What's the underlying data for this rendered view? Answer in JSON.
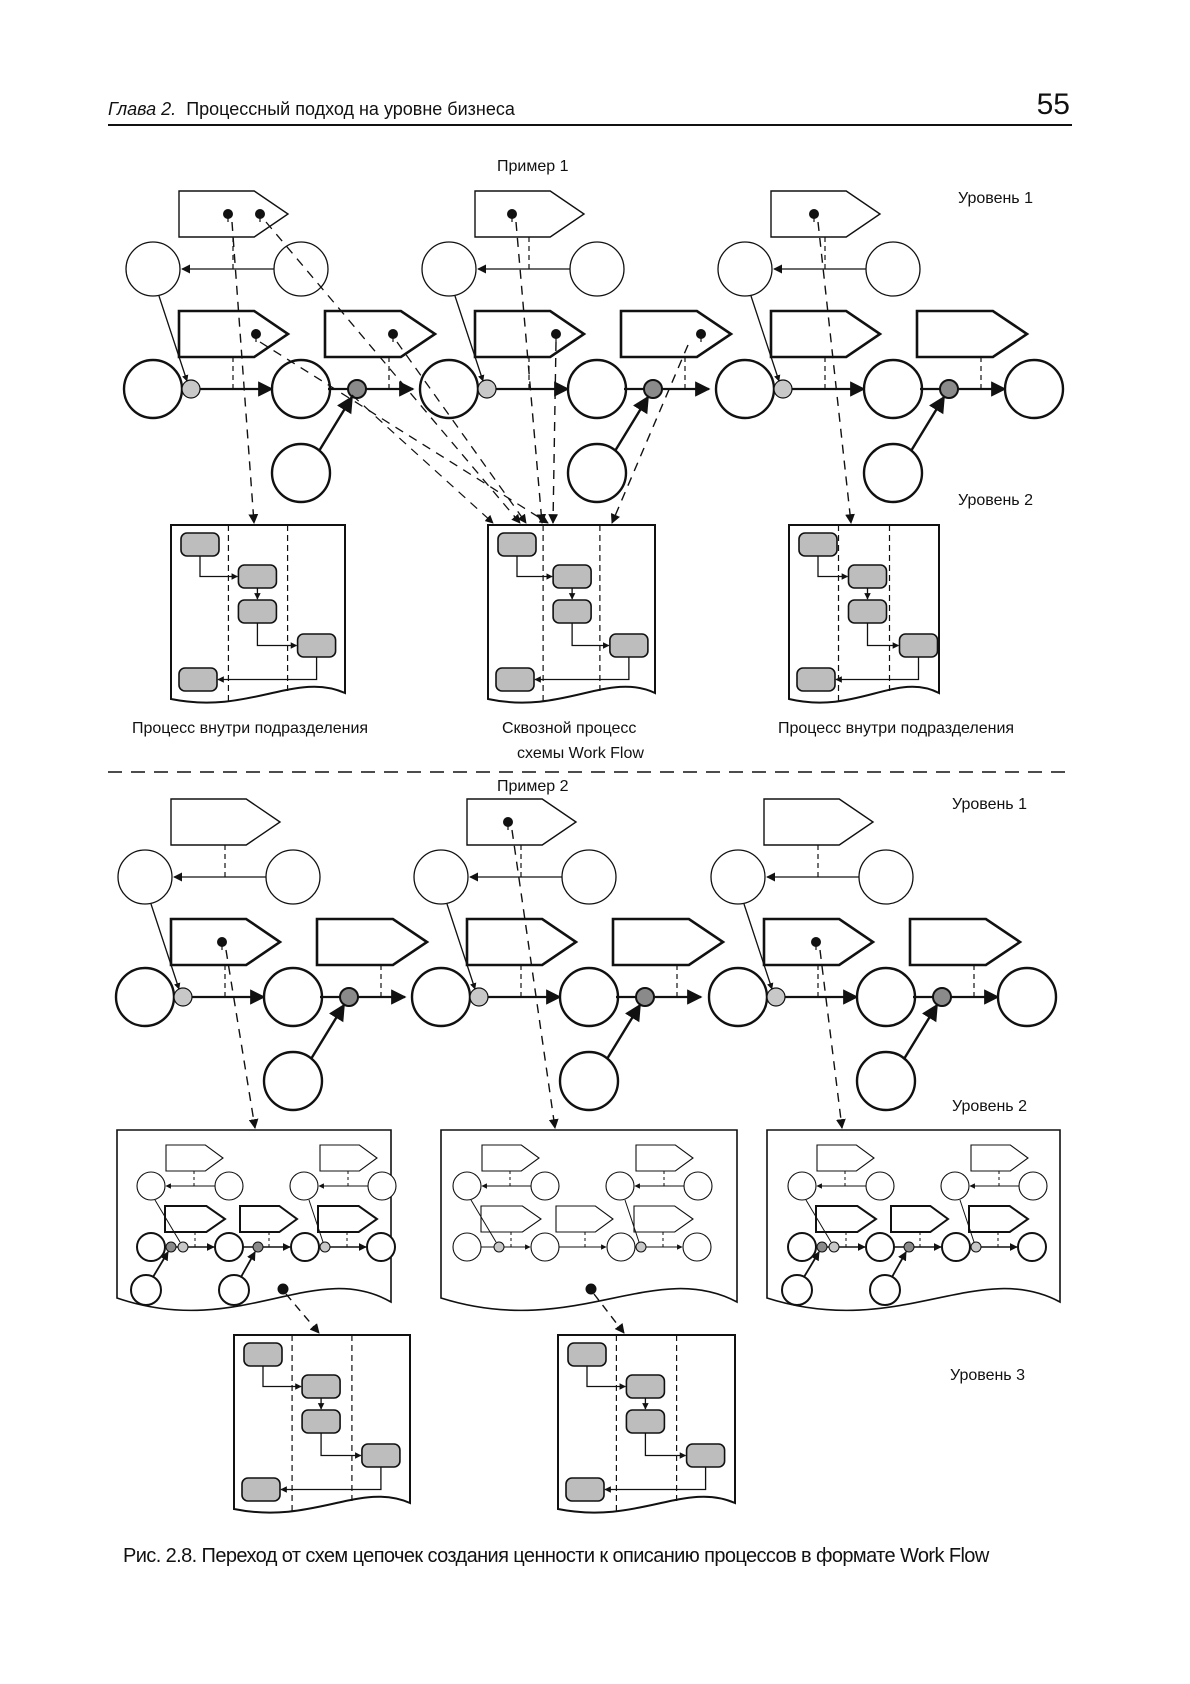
{
  "header": {
    "chapter_label": "Глава 2.",
    "chapter_title": "Процессный подход на уровне бизнеса",
    "page_number": "55"
  },
  "example1": {
    "title": "Пример 1",
    "level1_label": "Уровень 1",
    "level2_label": "Уровень 2",
    "workflow_captions": [
      "Процесс внутри подразделения",
      "Сквозной процесс",
      "схемы Work Flow",
      "Процесс внутри подразделения"
    ]
  },
  "example2": {
    "title": "Пример 2",
    "level1_label": "Уровень 1",
    "level2_label": "Уровень 2",
    "level3_label": "Уровень 3"
  },
  "figure_caption": "Рис. 2.8. Переход от схем цепочек создания ценности к описанию процессов в формате Work Flow",
  "colors": {
    "stroke": "#111111",
    "node_light": "#c8c8c8",
    "node_dark": "#8a8a8a",
    "activity_fill": "#bdbdbd"
  }
}
